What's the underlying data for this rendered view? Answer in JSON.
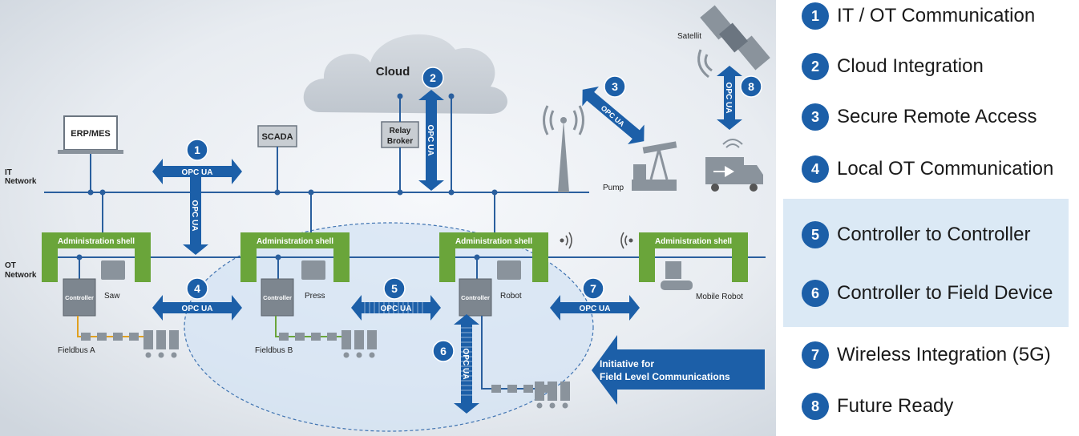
{
  "diagram": {
    "cloud_label": "Cloud",
    "satellite_label": "Satellit",
    "pump_label": "Pump",
    "erp_label": "ERP/MES",
    "scada_label": "SCADA",
    "relay_broker_label": [
      "Relay",
      "Broker"
    ],
    "it_network_label": [
      "IT",
      "Network"
    ],
    "ot_network_label": [
      "OT",
      "Network"
    ],
    "admin_shell_label": "Administration shell",
    "controller_label": "Controller",
    "saw_label": "Saw",
    "press_label": "Press",
    "robot_label": "Robot",
    "mobile_robot_label": "Mobile Robot",
    "fieldbus_a_label": "Fieldbus A",
    "fieldbus_b_label": "Fieldbus B",
    "opc_ua_label": "OPC UA",
    "initiative_label": [
      "Initiative for",
      "Field Level Communications"
    ],
    "markers": [
      "1",
      "2",
      "3",
      "4",
      "5",
      "6",
      "7",
      "8"
    ],
    "colors": {
      "blue": "#1c5fa8",
      "green": "#6aa53a",
      "line": "#2a5f9e"
    }
  },
  "legend": {
    "items": [
      {
        "number": "1",
        "label": "IT / OT Communication"
      },
      {
        "number": "2",
        "label": "Cloud Integration"
      },
      {
        "number": "3",
        "label": "Secure Remote Access"
      },
      {
        "number": "4",
        "label": "Local OT Communication"
      },
      {
        "number": "5",
        "label": "Controller to Controller"
      },
      {
        "number": "6",
        "label": "Controller to Field Device"
      },
      {
        "number": "7",
        "label": "Wireless Integration (5G)"
      },
      {
        "number": "8",
        "label": "Future Ready"
      }
    ]
  }
}
